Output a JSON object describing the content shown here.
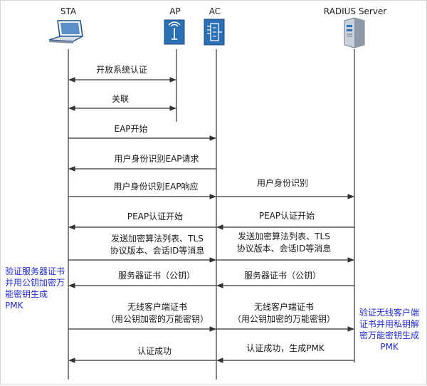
{
  "headers": {
    "sta": "STA",
    "ap": "AP",
    "ac": "AC",
    "radius": "RADIUS Server"
  },
  "messages": {
    "open_auth": "开放系统认证",
    "assoc": "关联",
    "eap_start": "EAP开始",
    "id_request": "用户身份识别EAP请求",
    "id_response": "用户身份识别EAP响应",
    "id_forward": "用户身份识别",
    "peap_start_left": "PEAP认证开始",
    "peap_start_right": "PEAP认证开始",
    "cipher_left_1": "发送加密算法列表、TLS",
    "cipher_left_2": "协议版本、会话ID等消息",
    "cipher_right_1": "发送加密算法列表、TLS",
    "cipher_right_2": "协议版本、会话ID等消息",
    "server_cert_left": "服务器证书（公钥）",
    "server_cert_right": "服务器证书（公钥）",
    "client_cert_left_1": "无线客户端证书",
    "client_cert_left_2": "（用公钥加密的万能密钥）",
    "client_cert_right_1": "无线客户端证书",
    "client_cert_right_2": "（用公钥加密的万能密钥）",
    "auth_success_left": "认证成功",
    "auth_success_right": "认证成功，生成PMK"
  },
  "notes": {
    "left": "验证服务器证书并用公钥加密万能密钥生成PMK",
    "right": "验证无线客户端证书并用私钥解密万能密钥生成PMK"
  },
  "colors": {
    "line": "#333333",
    "note": "#1f2ad0",
    "icon_blue": "#2b6fb5"
  }
}
